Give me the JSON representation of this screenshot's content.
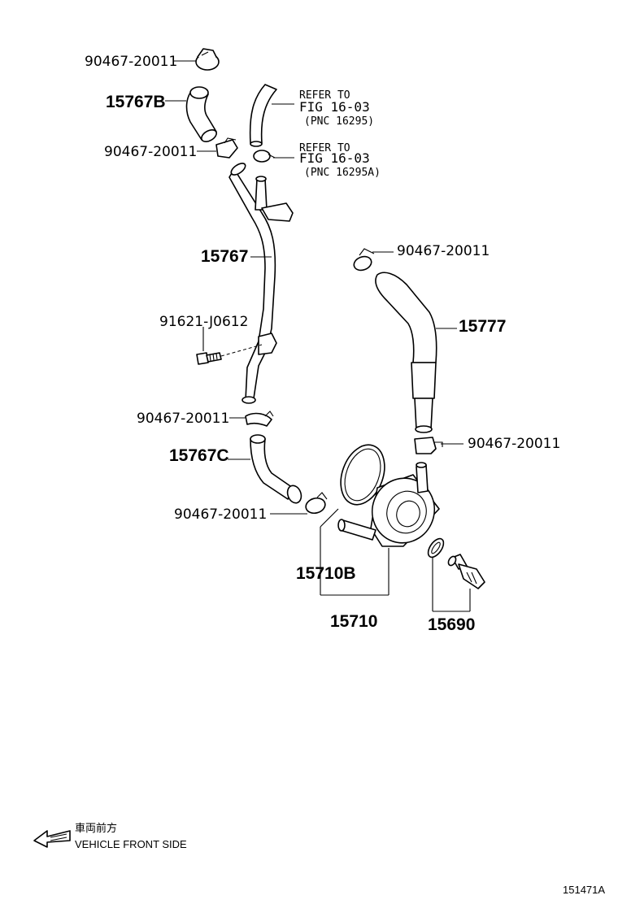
{
  "labels": {
    "clamp_top": "90467-20011",
    "hose_15767b": "15767B",
    "clamp_2": "90467-20011",
    "refer1_line1": "REFER TO",
    "refer1_line2": "FIG 16-03",
    "refer1_line3": "(PNC 16295)",
    "refer2_line1": "REFER TO",
    "refer2_line2": "FIG 16-03",
    "refer2_line3": "(PNC 16295A)",
    "pipe_15767": "15767",
    "clamp_right_top": "90467-20011",
    "hose_15777": "15777",
    "bolt_91621": "91621-J0612",
    "clamp_3": "90467-20011",
    "clamp_right_bottom": "90467-20011",
    "hose_15767c": "15767C",
    "clamp_4": "90467-20011",
    "gasket_15710b": "15710B",
    "cooler_15710": "15710",
    "plug_15690": "15690"
  },
  "footer": {
    "jp_text": "車両前方",
    "en_text": "VEHICLE FRONT SIDE",
    "diagram_id": "151471A"
  },
  "icons": {
    "direction_arrow": "arrow-left-icon"
  },
  "colors": {
    "ink": "#000000",
    "paper": "#ffffff"
  }
}
